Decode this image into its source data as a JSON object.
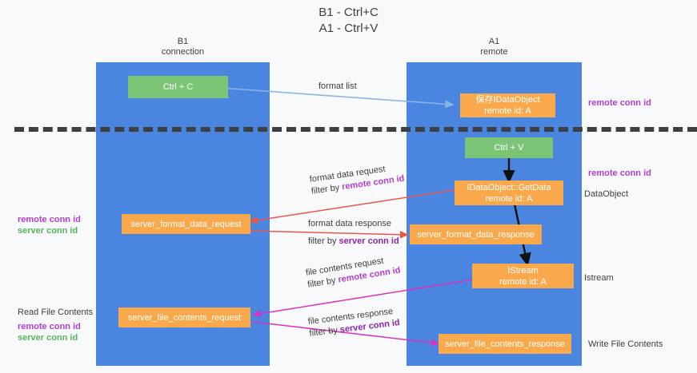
{
  "title": {
    "line1": "B1 - Ctrl+C",
    "line2": "A1 - Ctrl+V"
  },
  "lanes": [
    {
      "id": "b1",
      "name": "B1",
      "role": "connection"
    },
    {
      "id": "a1",
      "name": "A1",
      "role": "remote"
    }
  ],
  "nodes": {
    "ctrl_c": {
      "label": "Ctrl + C"
    },
    "ctrl_v": {
      "label": "Ctrl + V"
    },
    "save_idataobject": {
      "line1": "保存IDataObject",
      "line2": "remote id: A"
    },
    "getdata": {
      "line1": "IDataObject::GetData",
      "line2": "remote id: A"
    },
    "istream": {
      "line1": "IStream",
      "line2": "remote id: A"
    },
    "server_format_data_request": {
      "label": "server_format_data_request"
    },
    "server_format_data_response": {
      "label": "server_format_data_response"
    },
    "server_file_contents_request": {
      "label": "server_file_contents_request"
    },
    "server_file_contents_response": {
      "label": "server_file_contents_response"
    }
  },
  "edges": {
    "format_list": {
      "label": "format list"
    },
    "format_data_request": {
      "line1": "format data request",
      "line2_prefix": "filter by ",
      "line2_key": "remote conn id"
    },
    "format_data_response": {
      "line1": "format data response",
      "line2_prefix": "filter by ",
      "line2_key": "server conn id"
    },
    "file_contents_request": {
      "line1": "file contents request",
      "line2_prefix": "filter by ",
      "line2_key": "remote conn id"
    },
    "file_contents_response": {
      "line1": "file contents response",
      "line2_prefix": "filter by ",
      "line2_key": "server conn id"
    }
  },
  "annotations": {
    "right_remote_conn_id_top": "remote conn id",
    "right_remote_conn_id_mid": "remote conn id",
    "dataobject": "DataObject",
    "istream": "Istream",
    "write_file_contents": "Write File Contents",
    "left_remote_conn_id": "remote conn id",
    "left_server_conn_id": "server conn id",
    "read_file_contents": "Read File Contents",
    "left_remote_conn_id_2": "remote conn id",
    "left_server_conn_id_2": "server conn id"
  },
  "colors": {
    "lane_blue": "#4a86e0",
    "node_green": "#7cc576",
    "node_orange": "#f9a94c",
    "remote_purple": "#b03fd0",
    "server_green": "#57b35a",
    "arrow_lightblue": "#8ab4e8",
    "arrow_red": "#e8574a",
    "arrow_magenta": "#d633c0",
    "arrow_black": "#111111",
    "background": "#f8f9fa"
  }
}
